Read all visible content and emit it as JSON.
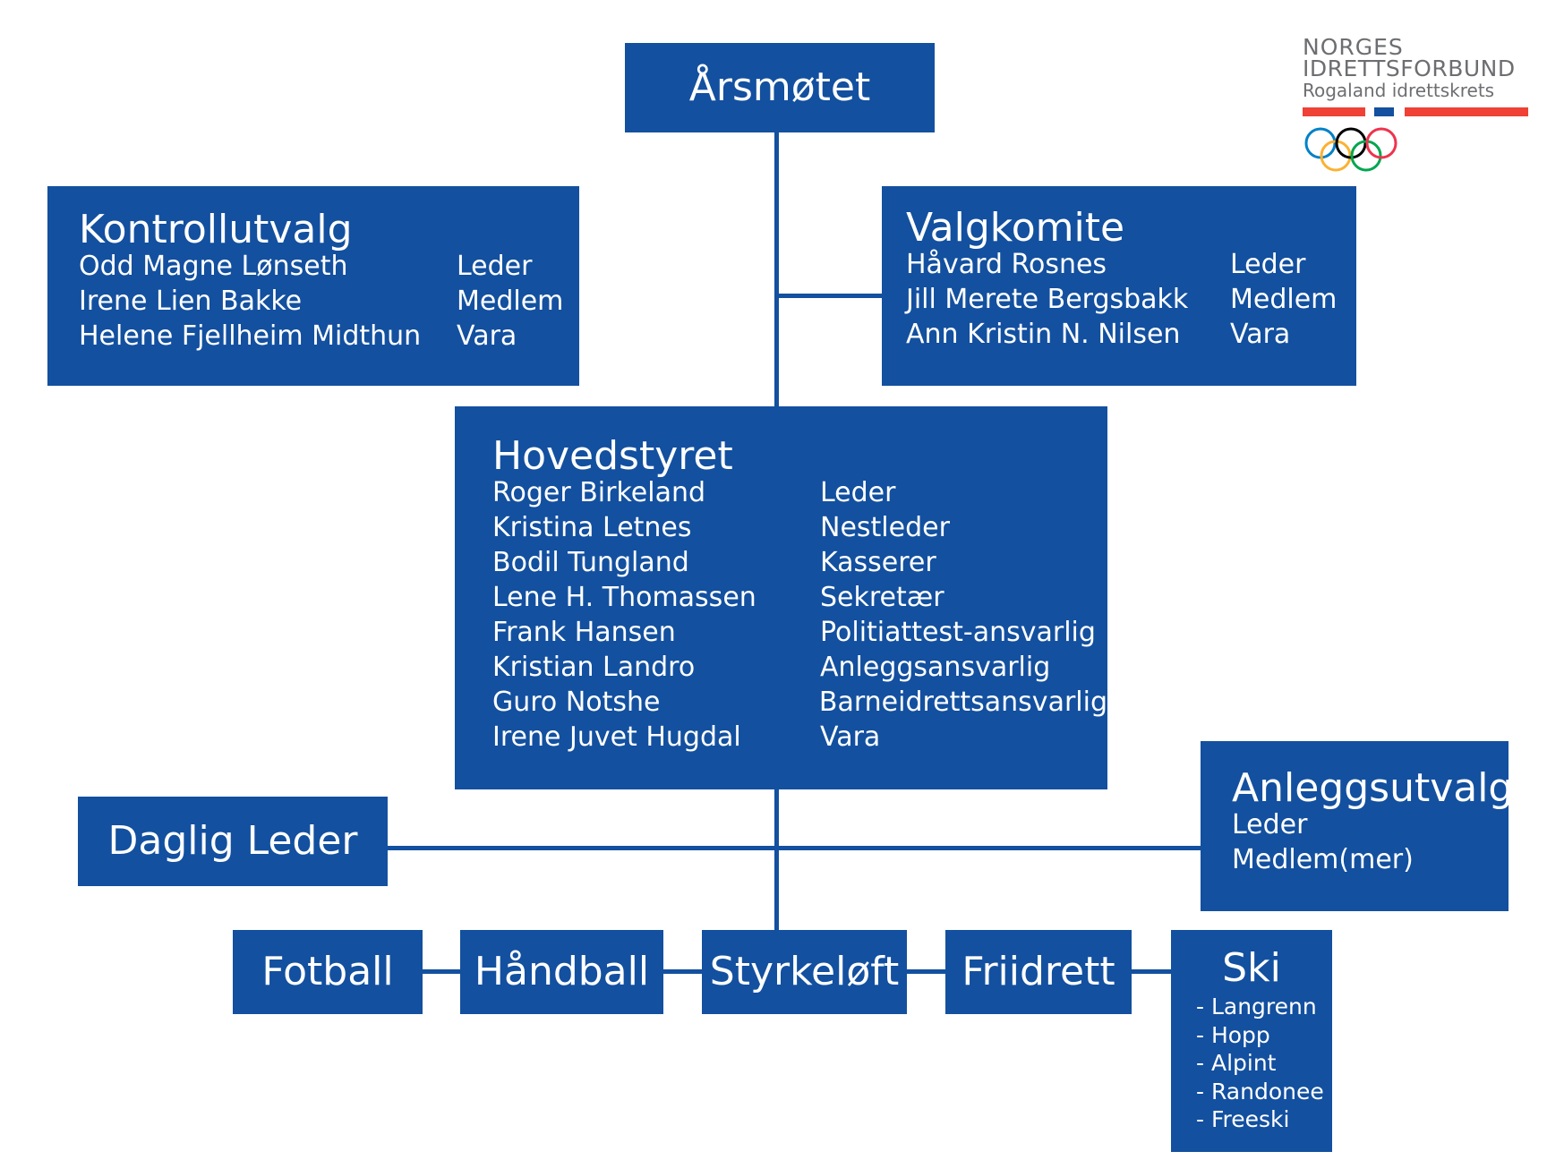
{
  "arsmotet": {
    "title": "Årsmøtet"
  },
  "kontrollutvalg": {
    "title": "Kontrollutvalg",
    "members": [
      {
        "name": "Odd Magne Lønseth",
        "role": "Leder"
      },
      {
        "name": "Irene Lien Bakke",
        "role": "Medlem"
      },
      {
        "name": "Helene Fjellheim Midthun",
        "role": "Vara"
      }
    ]
  },
  "valgkomite": {
    "title": "Valgkomite",
    "members": [
      {
        "name": "Håvard Rosnes",
        "role": "Leder"
      },
      {
        "name": "Jill Merete Bergsbakk",
        "role": "Medlem"
      },
      {
        "name": "Ann Kristin N. Nilsen",
        "role": "Vara"
      }
    ]
  },
  "hovedstyret": {
    "title": "Hovedstyret",
    "members": [
      {
        "name": "Roger Birkeland",
        "role": "Leder"
      },
      {
        "name": "Kristina Letnes",
        "role": "Nestleder"
      },
      {
        "name": "Bodil Tungland",
        "role": "Kasserer"
      },
      {
        "name": "Lene H. Thomassen",
        "role": "Sekretær"
      },
      {
        "name": "Frank Hansen",
        "role": "Politiattest-ansvarlig"
      },
      {
        "name": "Kristian Landro",
        "role": "Anleggsansvarlig"
      },
      {
        "name": "Guro Notshe",
        "role": "Barneidrettsansvarlig"
      },
      {
        "name": "Irene Juvet Hugdal",
        "role": "Vara"
      }
    ]
  },
  "daglig_leder": {
    "title": "Daglig Leder"
  },
  "anleggsutvalg": {
    "title": "Anleggsutvalg",
    "roles": [
      "Leder",
      "Medlem(mer)"
    ]
  },
  "groups": [
    {
      "title": "Fotball"
    },
    {
      "title": "Håndball"
    },
    {
      "title": "Styrkeløft"
    },
    {
      "title": "Friidrett"
    }
  ],
  "ski": {
    "title": "Ski",
    "items": [
      "- Langrenn",
      "- Hopp",
      "- Alpint",
      "- Randonee",
      "- Freeski"
    ]
  },
  "logo": {
    "line1": "NORGES",
    "line2": "IDRETTSFORBUND",
    "line3": "Rogaland idrettskrets",
    "ring_colors": [
      "#0081c8",
      "#fcb131",
      "#000000",
      "#00a651",
      "#ee334e"
    ]
  },
  "colors": {
    "box": "#13509f",
    "flag_red": "#ef4135",
    "flag_blue": "#13509f"
  }
}
